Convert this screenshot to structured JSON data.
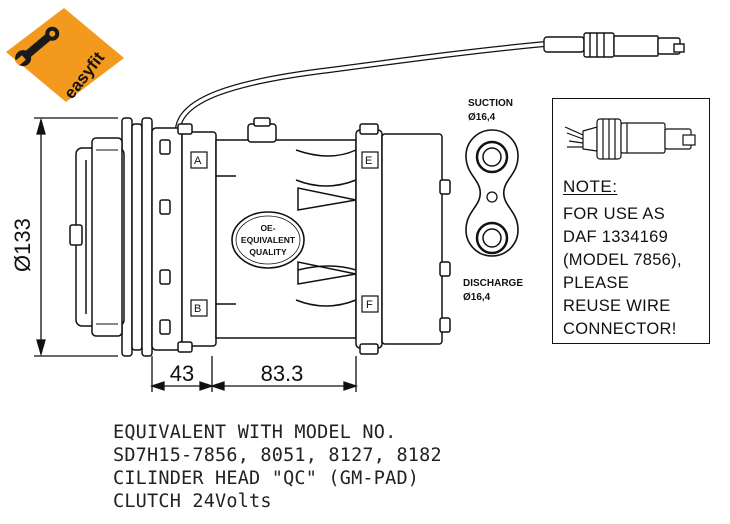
{
  "brand": {
    "logo_text": "easyfit"
  },
  "ports": {
    "suction_label": "SUCTION",
    "suction_size": "Ø16,4",
    "discharge_label": "DISCHARGE",
    "discharge_size": "Ø16,4"
  },
  "dimensions": {
    "height": "Ø133",
    "pulley_offset": "43",
    "body_length": "83.3"
  },
  "markers": {
    "a": "A",
    "b": "B",
    "e": "E",
    "f": "F"
  },
  "seal": {
    "line1": "OE-",
    "line2": "EQUIVALENT",
    "line3": "QUALITY"
  },
  "note": {
    "title": "NOTE:",
    "lines": [
      "FOR USE AS",
      "DAF 1334169",
      "(MODEL 7856),",
      "PLEASE",
      "REUSE WIRE",
      "CONNECTOR!"
    ]
  },
  "spec": {
    "lines": [
      "EQUIVALENT WITH MODEL NO.",
      "SD7H15-7856, 8051, 8127, 8182",
      "CILINDER HEAD \"QC\" (GM-PAD)",
      "CLUTCH 24Volts"
    ]
  }
}
